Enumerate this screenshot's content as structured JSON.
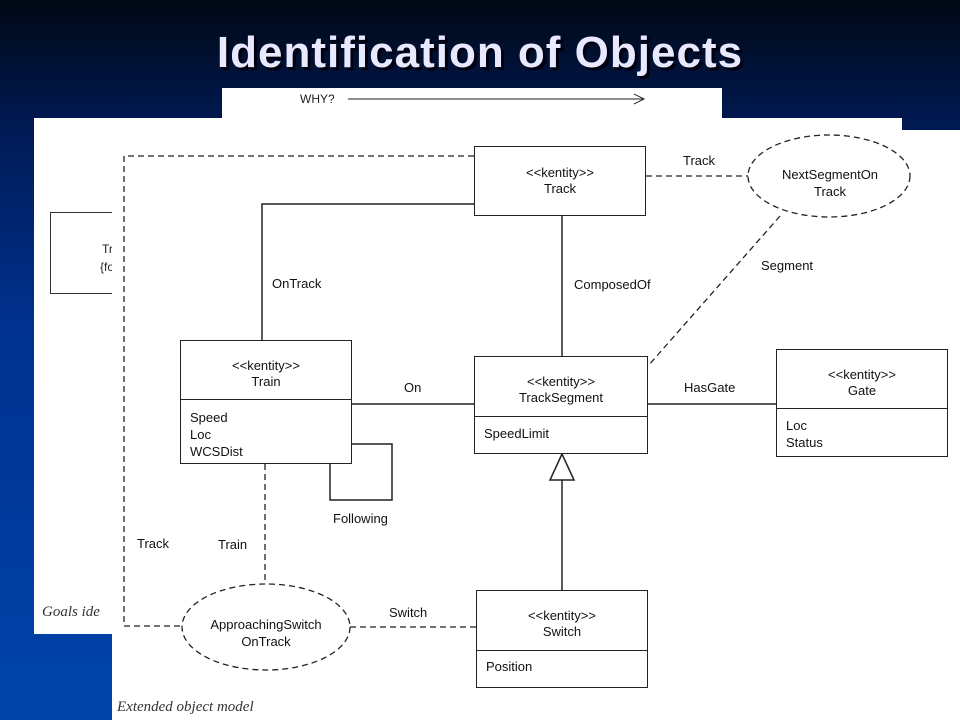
{
  "slide": {
    "title": "Identification of Objects"
  },
  "header_strip": {
    "why_label": "WHY?"
  },
  "background_figure": {
    "box_line1": "Tr",
    "box_line2": "{fo",
    "caption": "Goals ide"
  },
  "diagram": {
    "caption": "Extended object model",
    "classes": {
      "track": {
        "stereotype": "<<kentity>>",
        "name": "Track"
      },
      "train": {
        "stereotype": "<<kentity>>",
        "name": "Train",
        "attributes": [
          "Speed",
          "Loc",
          "WCSDist"
        ]
      },
      "track_segment": {
        "stereotype": "<<kentity>>",
        "name": "TrackSegment",
        "attributes": [
          "SpeedLimit"
        ]
      },
      "gate": {
        "stereotype": "<<kentity>>",
        "name": "Gate",
        "attributes": [
          "Loc",
          "Status"
        ]
      },
      "switch": {
        "stereotype": "<<kentity>>",
        "name": "Switch",
        "attributes": [
          "Position"
        ]
      }
    },
    "relationships": {
      "next_segment_on_track": [
        "NextSegmentOn",
        "Track"
      ],
      "approaching_switch_on_track": [
        "ApproachingSwitch",
        "OnTrack"
      ]
    },
    "labels": {
      "track_role_top": "Track",
      "segment_role": "Segment",
      "on_track": "OnTrack",
      "composed_of": "ComposedOf",
      "on": "On",
      "has_gate": "HasGate",
      "following": "Following",
      "track_role_left": "Track",
      "train_role": "Train",
      "switch_role": "Switch"
    }
  }
}
